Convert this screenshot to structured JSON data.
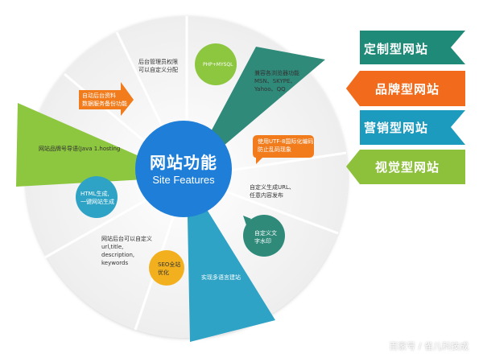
{
  "center": {
    "title": "网站功能",
    "subtitle": "Site Features"
  },
  "segments": {
    "admin": [
      "后台管理员权限",
      "可以自定义分配"
    ],
    "php": "PHP+MYSQL",
    "browser": [
      "兼容各浏览器功能",
      "MSN、SKYPE、",
      "Yahoo、QQ"
    ],
    "backup": [
      "自动后台资料",
      "数据服务备份功能"
    ],
    "utf8": [
      "使用UTF-8国际化编码,",
      "防止乱码现象"
    ],
    "domain": "网站品牌号导语(Java 1.hosting",
    "url": [
      "自定义生成URL、",
      "任意内容发布"
    ],
    "html": [
      "HTML生成,",
      "一键网站生成"
    ],
    "seo_custom": [
      "网站后台可以自定义",
      "url,title,",
      "description,",
      "keywords"
    ],
    "watermark": [
      "自定义文",
      "字水印"
    ],
    "seo": [
      "SEO全站",
      "优化"
    ],
    "multilang": "实现多语言建站"
  },
  "ribbons": [
    "定制型网站",
    "品牌型网站",
    "营销型网站",
    "视觉型网站"
  ],
  "source": "百家号 / 雀儿科技成",
  "colors": {
    "center": "#1f7fd8",
    "teal": "#2f8a79",
    "orange": "#f27b1c",
    "green": "#8dc63f",
    "blue": "#2fa3c6",
    "gold": "#f2b01e",
    "ribbon_teal": "#1f8a78",
    "ribbon_orange": "#f26a1b",
    "ribbon_blue": "#1d9bbe",
    "ribbon_green": "#8dc13b"
  }
}
